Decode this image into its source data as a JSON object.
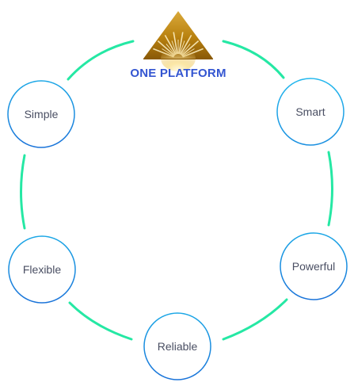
{
  "center": {
    "title": "ONE PLATFORM",
    "logo_icon": "golden-triangle-sunburst-logo"
  },
  "nodes": [
    {
      "id": "simple",
      "label": "Simple"
    },
    {
      "id": "smart",
      "label": "Smart"
    },
    {
      "id": "flexible",
      "label": "Flexible"
    },
    {
      "id": "powerful",
      "label": "Powerful"
    },
    {
      "id": "reliable",
      "label": "Reliable"
    }
  ],
  "colors": {
    "ring": "#25e8a4",
    "node_stroke_blue": "#1a73d9",
    "node_stroke_cyan": "#1ba7e6",
    "node_text": "#4a4f63",
    "title": "#3355d1",
    "logo_gold_light": "#f5d98a",
    "logo_gold_dark": "#8a5a08"
  }
}
